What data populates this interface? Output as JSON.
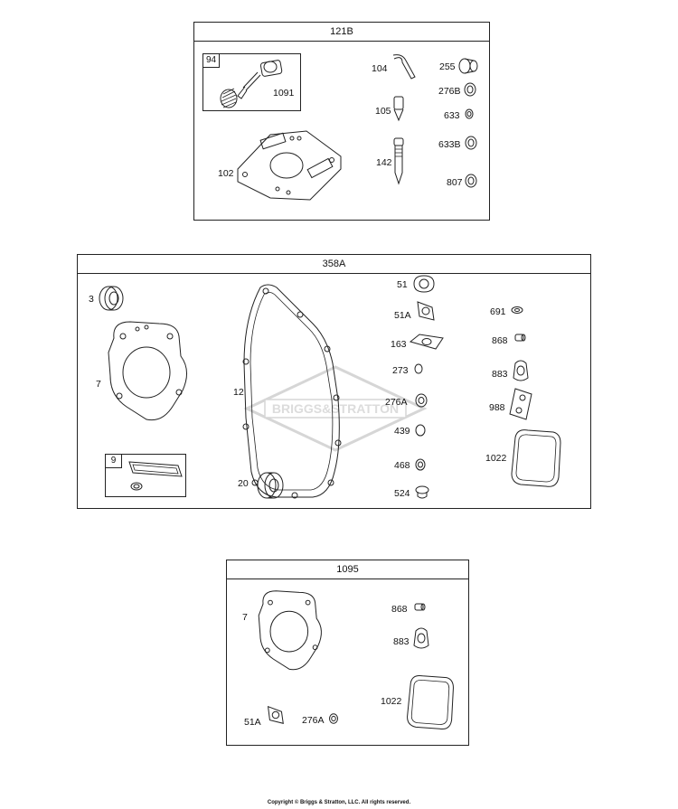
{
  "kits": [
    {
      "id": "121B",
      "title": "121B",
      "subkit": {
        "tag": "94",
        "labels": [
          "1091"
        ]
      },
      "labels": [
        "104",
        "255",
        "276B",
        "105",
        "633",
        "102",
        "142",
        "633B",
        "807"
      ]
    },
    {
      "id": "358A",
      "title": "358A",
      "subkit": {
        "tag": "9"
      },
      "labels": [
        "3",
        "7",
        "12",
        "20",
        "51",
        "51A",
        "163",
        "273",
        "276A",
        "439",
        "468",
        "524",
        "691",
        "868",
        "883",
        "988",
        "1022"
      ]
    },
    {
      "id": "1095",
      "title": "1095",
      "labels": [
        "7",
        "868",
        "883",
        "1022",
        "51A",
        "276A"
      ]
    }
  ],
  "watermark_text": "BRIGGS&STRATTON",
  "copyright": "Copyright © Briggs & Stratton, LLC. All rights reserved."
}
